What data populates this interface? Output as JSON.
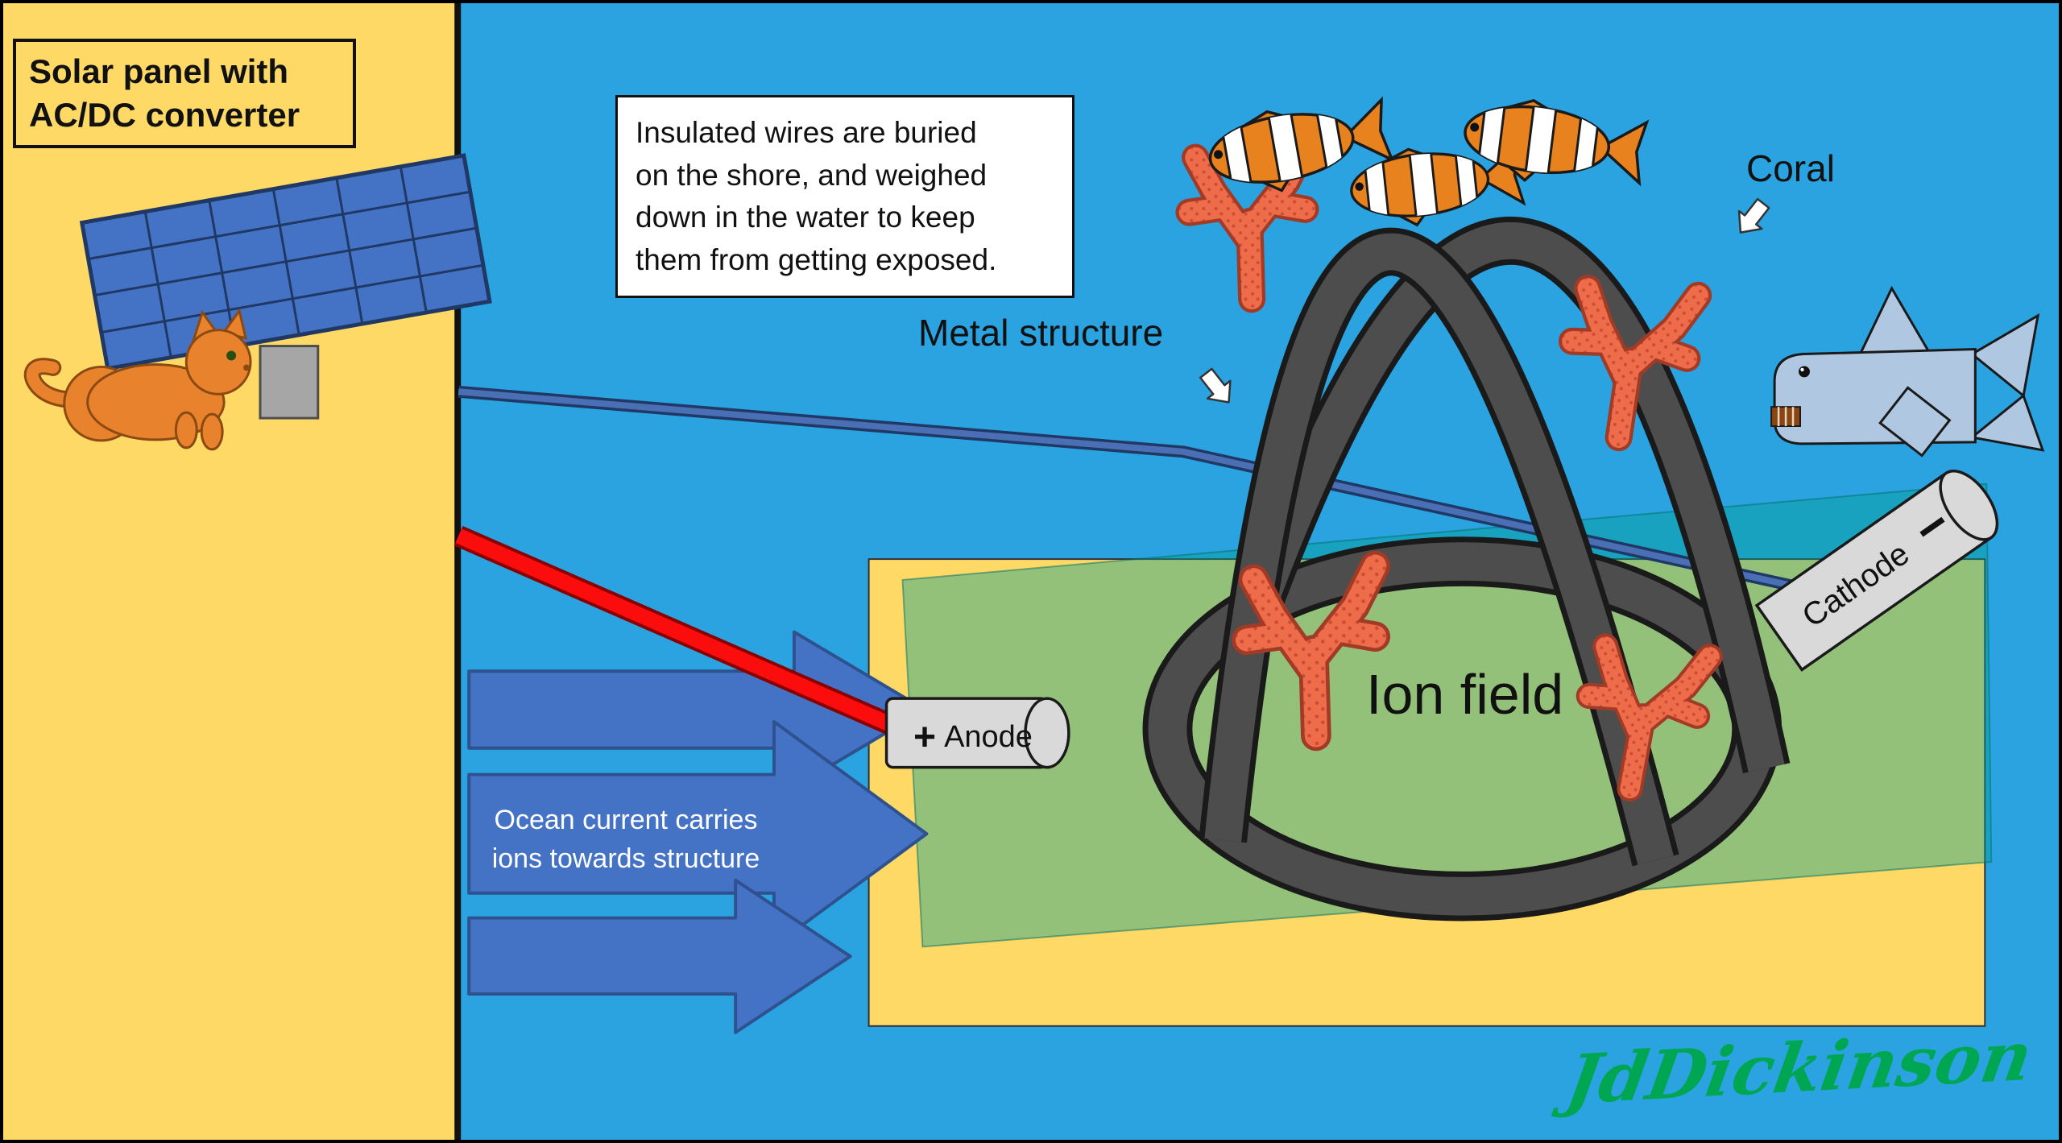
{
  "labels": {
    "solar_panel": "Solar panel with\nAC/DC converter",
    "info_box": "Insulated wires are buried\non the shore, and weighed\ndown in the water to keep\nthem from getting exposed.",
    "metal_structure": "Metal structure",
    "coral": "Coral",
    "ion_field": "Ion field",
    "anode_sign": "+",
    "anode": "Anode",
    "cathode": "Cathode",
    "cathode_sign": "−",
    "ocean_current": "Ocean current carries\nions towards structure",
    "signature": "JdDickinson"
  },
  "colors": {
    "water": "#2BA3E0",
    "shore": "#FFD966",
    "sand": "#FFD966",
    "ion_field_overlay": "rgba(0,160,148,0.42)",
    "solar_panel_blue": "#4472C4",
    "current_arrow_blue": "#4472C4",
    "wire_red": "#FB0D0D",
    "wire_blue": "#4A6FB5",
    "structure_gray": "#4D4D4D",
    "coral_orange": "#EF6C4B",
    "clownfish_orange": "#E8821E",
    "shark_gray_blue": "#AFC7E0",
    "electrode_gray": "#D9D9D9",
    "signature_green": "#00A651"
  }
}
